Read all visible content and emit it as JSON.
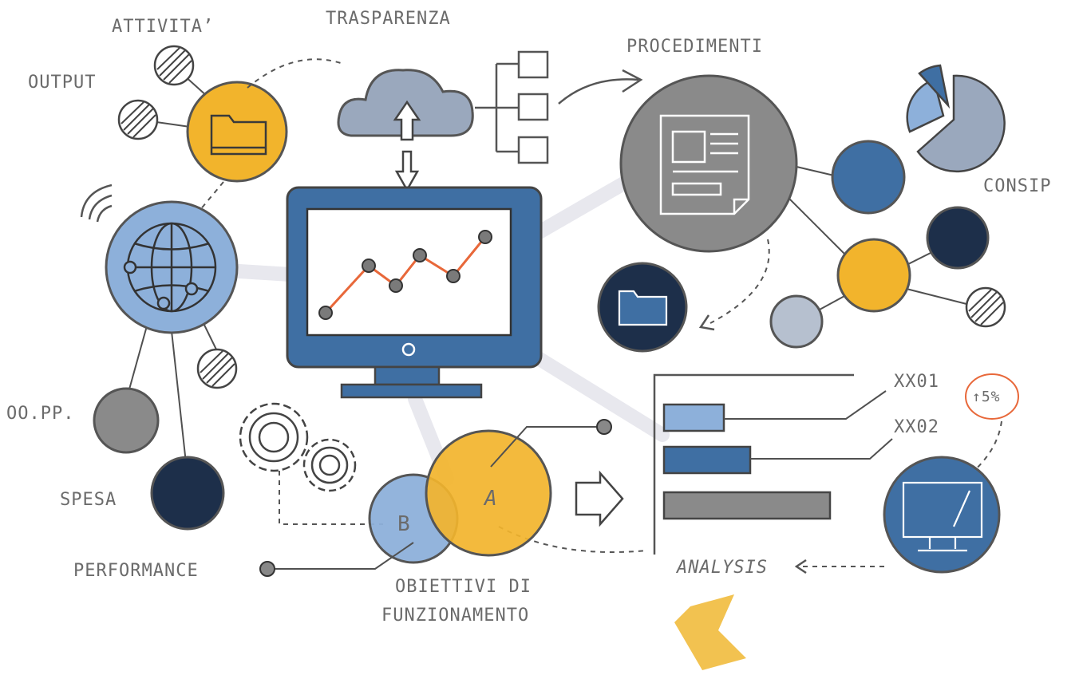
{
  "labels": {
    "attivita": "ATTIVITA’",
    "output": "OUTPUT",
    "trasparenza": "TRASPARENZA",
    "procedimenti": "PROCEDIMENTI",
    "consip": "CONSIP",
    "oopp": "OO.PP.",
    "spesa": "SPESA",
    "performance": "PERFORMANCE",
    "obiettivi_line1": "OBIETTIVI DI",
    "obiettivi_line2": "FUNZIONAMENTO",
    "analysis": "ANALYSIS",
    "xx01": "XX01",
    "xx02": "XX02",
    "percent": "↑5%",
    "venn_a": "A",
    "venn_b": "B"
  },
  "colors": {
    "yellow": "#f2b42c",
    "light_blue": "#8db0da",
    "mid_blue": "#3f6fa3",
    "navy": "#1d2f4a",
    "grey": "#8a8a8a",
    "light_grey": "#b6c0cf",
    "orange_line": "#e8683a"
  },
  "icons": [
    "folder-icon",
    "globe-icon",
    "cloud-icon",
    "document-icon",
    "monitor-icon",
    "gear-icon",
    "pie-chart-icon",
    "wifi-icon",
    "arrow-icon"
  ]
}
